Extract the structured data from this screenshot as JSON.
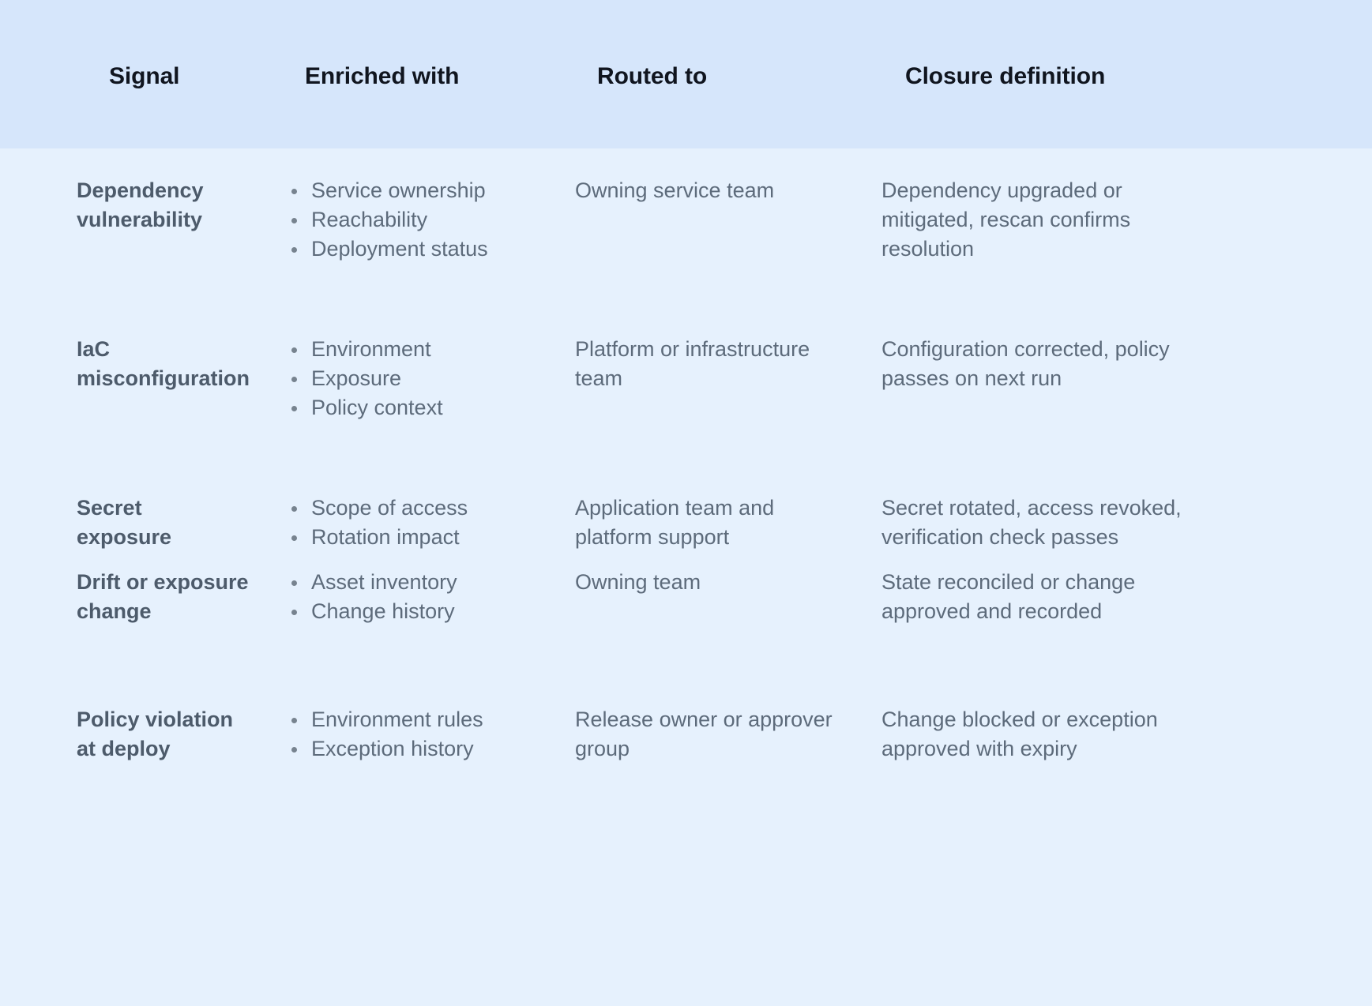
{
  "table": {
    "columns": [
      {
        "key": "signal",
        "label": "Signal"
      },
      {
        "key": "enriched",
        "label": "Enriched with"
      },
      {
        "key": "routed",
        "label": "Routed to"
      },
      {
        "key": "closure",
        "label": "Closure definition"
      }
    ],
    "rows": [
      {
        "signal": "Dependency\nvulnerability",
        "enriched": [
          "Service ownership",
          "Reachability",
          "Deployment status"
        ],
        "routed": "Owning service team",
        "closure": "Dependency upgraded or mitigated, rescan confirms resolution"
      },
      {
        "signal": "IaC\nmisconfiguration",
        "enriched": [
          "Environment",
          "Exposure",
          "Policy context"
        ],
        "routed": "Platform or infrastructure team",
        "closure": "Configuration corrected, policy passes on next run"
      },
      {
        "signal": "Secret\nexposure",
        "enriched": [
          "Scope of access",
          "Rotation impact"
        ],
        "routed": "Application team and platform support",
        "closure": "Secret rotated, access revoked, verification check passes"
      },
      {
        "signal": "Drift or exposure\nchange",
        "enriched": [
          "Asset inventory",
          "Change history"
        ],
        "routed": "Owning team",
        "closure": "State reconciled or change approved and recorded"
      },
      {
        "signal": "Policy violation\nat deploy",
        "enriched": [
          "Environment rules",
          "Exception history"
        ],
        "routed": "Release owner or approver group",
        "closure": "Change blocked or exception approved with expiry"
      }
    ]
  },
  "colors": {
    "header_band": "#d6e6fb",
    "body_band": "#e6f1fd",
    "header_text": "#10151f",
    "signal_text": "#4d5b6b",
    "body_text": "#5d6b7b",
    "bullet_dot": "#77838f"
  }
}
